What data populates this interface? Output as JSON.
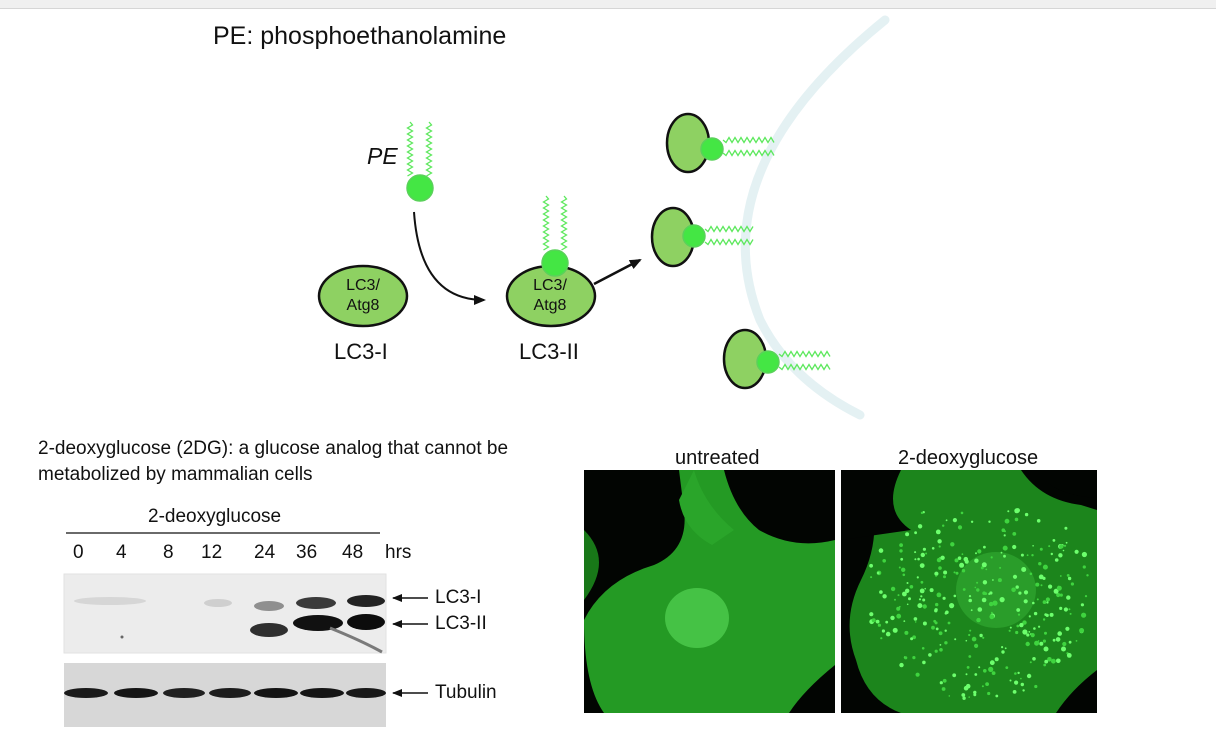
{
  "definition": "PE: phosphoethanolamine",
  "pe_label": "PE",
  "oval_text": [
    "LC3/",
    "Atg8"
  ],
  "states": {
    "lc3_i": "LC3-I",
    "lc3_ii": "LC3-II"
  },
  "description": "2-deoxyglucose (2DG): a glucose analog that cannot be metabolized by mammalian cells",
  "blot": {
    "treatment": "2-deoxyglucose",
    "timepoints": [
      "0",
      "4",
      "8",
      "12",
      "24",
      "36",
      "48"
    ],
    "unit": "hrs",
    "bands": {
      "lc3_i": "LC3-I",
      "lc3_ii": "LC3-II",
      "tubulin": "Tubulin"
    }
  },
  "micrographs": {
    "left": "untreated",
    "right": "2-deoxyglucose"
  },
  "colors": {
    "oval_fill": "#8ed162",
    "head_fill": "#44e644",
    "chain": "#5de85d",
    "membrane": "#e4f1f3",
    "fluorescence": "#3fd43f"
  }
}
